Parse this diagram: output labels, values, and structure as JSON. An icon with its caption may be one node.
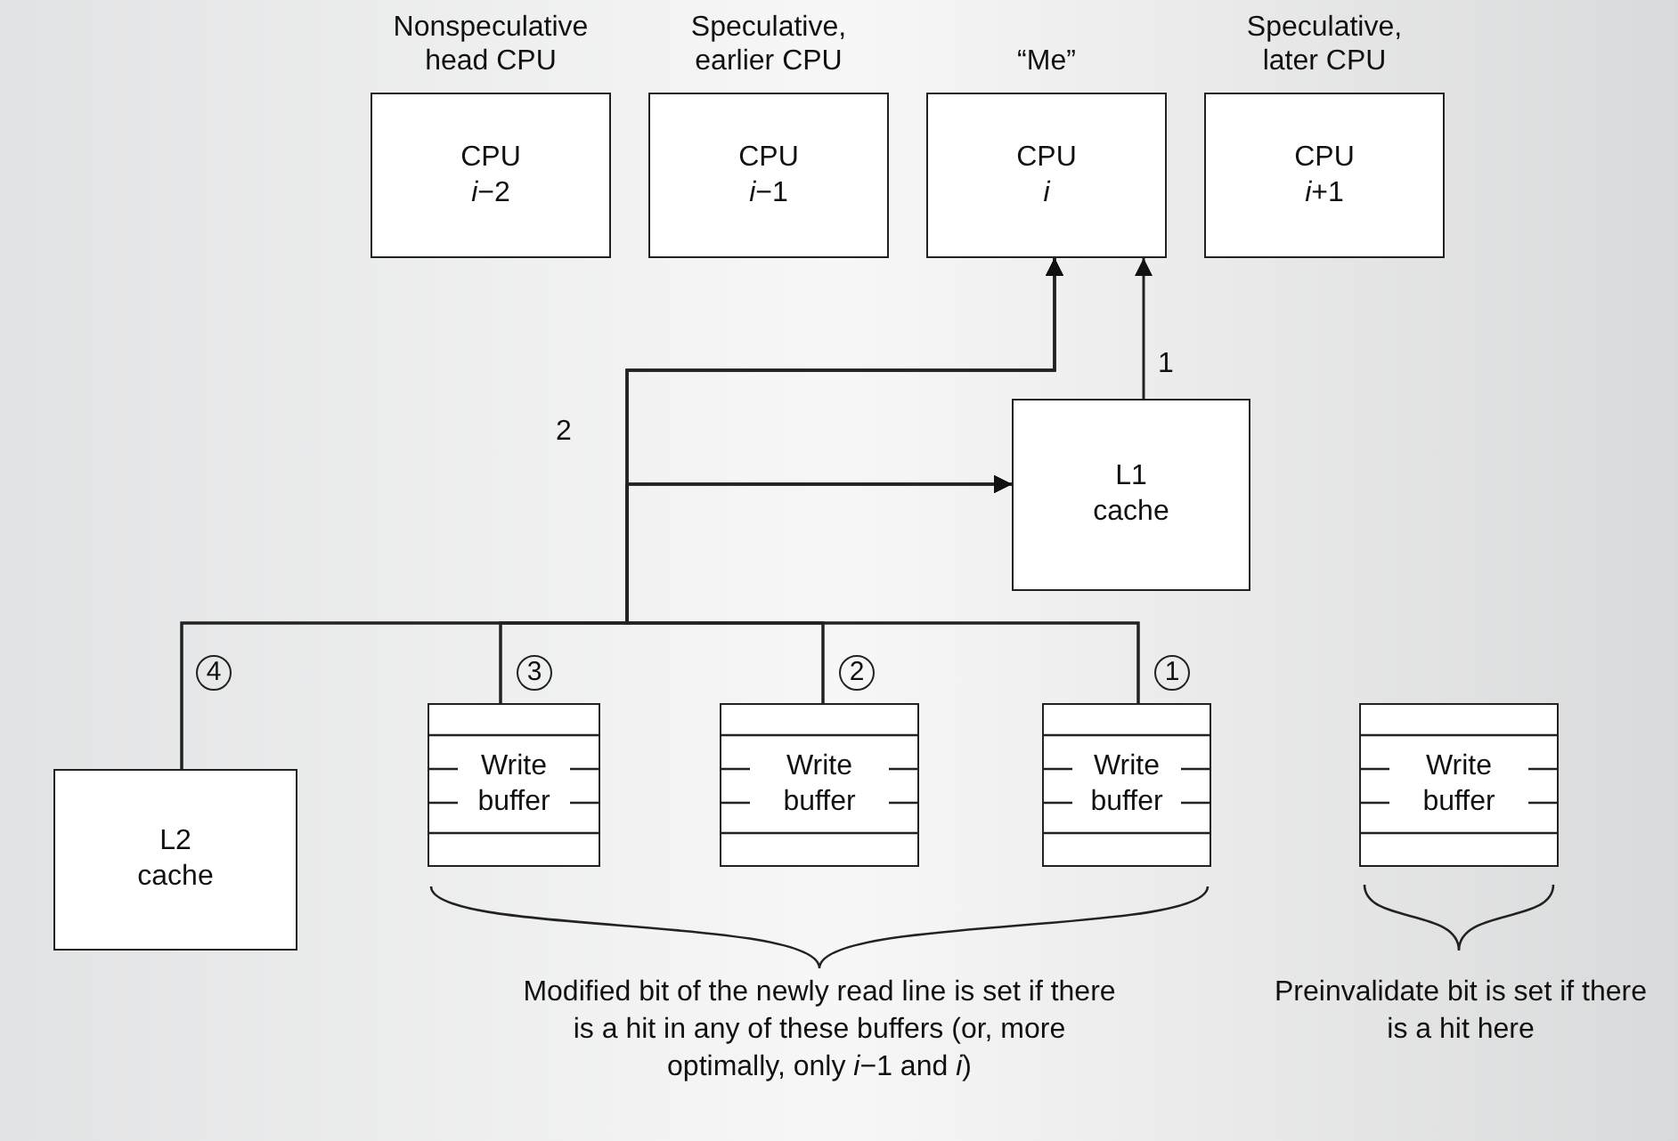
{
  "diagram": {
    "nodes": [
      {
        "text": [
          "Nonspeculative head CPU",
          "CPU *i*−2"
        ]
      },
      {
        "text": [
          "Speculative, earlier CPU",
          "CPU *i*−1"
        ]
      },
      {
        "text": [
          "“Me”",
          "CPU *i*"
        ]
      },
      {
        "text": [
          "Speculative, later CPU",
          "CPU *i*+1"
        ]
      },
      {
        "text": [
          "L1 cache"
        ]
      },
      {
        "text": [
          "L2 cache"
        ],
        "beside": [
          "4"
        ]
      },
      {
        "text": [
          "Write buffer"
        ],
        "beside": [
          "3"
        ]
      },
      {
        "text": [
          "Write buffer"
        ],
        "beside": [
          "2"
        ]
      },
      {
        "text": [
          "Write buffer"
        ],
        "beside": [
          "1"
        ]
      },
      {
        "text": [
          "Write buffer"
        ]
      }
    ],
    "edges": [
      {
        "from": 4,
        "to": 2,
        "arrow": "to",
        "label": "1"
      },
      {
        "from": 5,
        "to": 2,
        "arrow": "to",
        "label": "2"
      },
      {
        "from": 5,
        "to": 4,
        "arrow": "to"
      },
      {
        "from": 6,
        "to": 2,
        "arrow": "to"
      },
      {
        "from": 6,
        "to": 4,
        "arrow": "to"
      },
      {
        "from": 7,
        "to": 2,
        "arrow": "to"
      },
      {
        "from": 7,
        "to": 4,
        "arrow": "to"
      },
      {
        "from": 8,
        "to": 2,
        "arrow": "to"
      },
      {
        "from": 8,
        "to": 4,
        "arrow": "to"
      }
    ],
    "labels": [
      "Modified bit of the newly read line is set if there is a hit in any of these buffers (or, more optimally, only *i*−1 and *i*)",
      "Preinvalidate bit is set if there is a hit here"
    ]
  }
}
